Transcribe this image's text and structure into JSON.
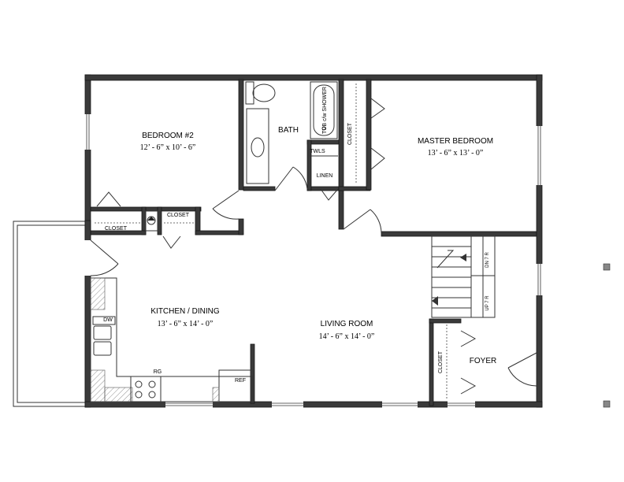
{
  "rooms": {
    "bedroom2": {
      "name": "BEDROOM #2",
      "size": "12’ - 6” x 10’ - 6”"
    },
    "bath": {
      "name": "BATH"
    },
    "tub": {
      "name": "TUB c/w SHOWER"
    },
    "towels": {
      "name": "TWLS"
    },
    "linen": {
      "name": "LINEN"
    },
    "master_closet": {
      "name": "CLOSET"
    },
    "master": {
      "name": "MASTER BEDROOM",
      "size": "13’ - 6” x 13’ - 0”"
    },
    "bedroom2_closet": {
      "name": "CLOSET"
    },
    "hall_closet": {
      "name": "CLOSET"
    },
    "kitchen": {
      "name": "KITCHEN / DINING",
      "size": "13’ - 6” x 14’ - 0”"
    },
    "living": {
      "name": "LIVING ROOM",
      "size": "14’ - 6” x 14’ - 0”"
    },
    "foyer": {
      "name": "FOYER"
    },
    "foyer_closet": {
      "name": "CLOSET"
    }
  },
  "fixtures": {
    "dishwasher": "DW",
    "range": "RG",
    "fridge": "REF"
  },
  "stairs": {
    "down": "DN 7 R",
    "up": "UP 7 R"
  }
}
